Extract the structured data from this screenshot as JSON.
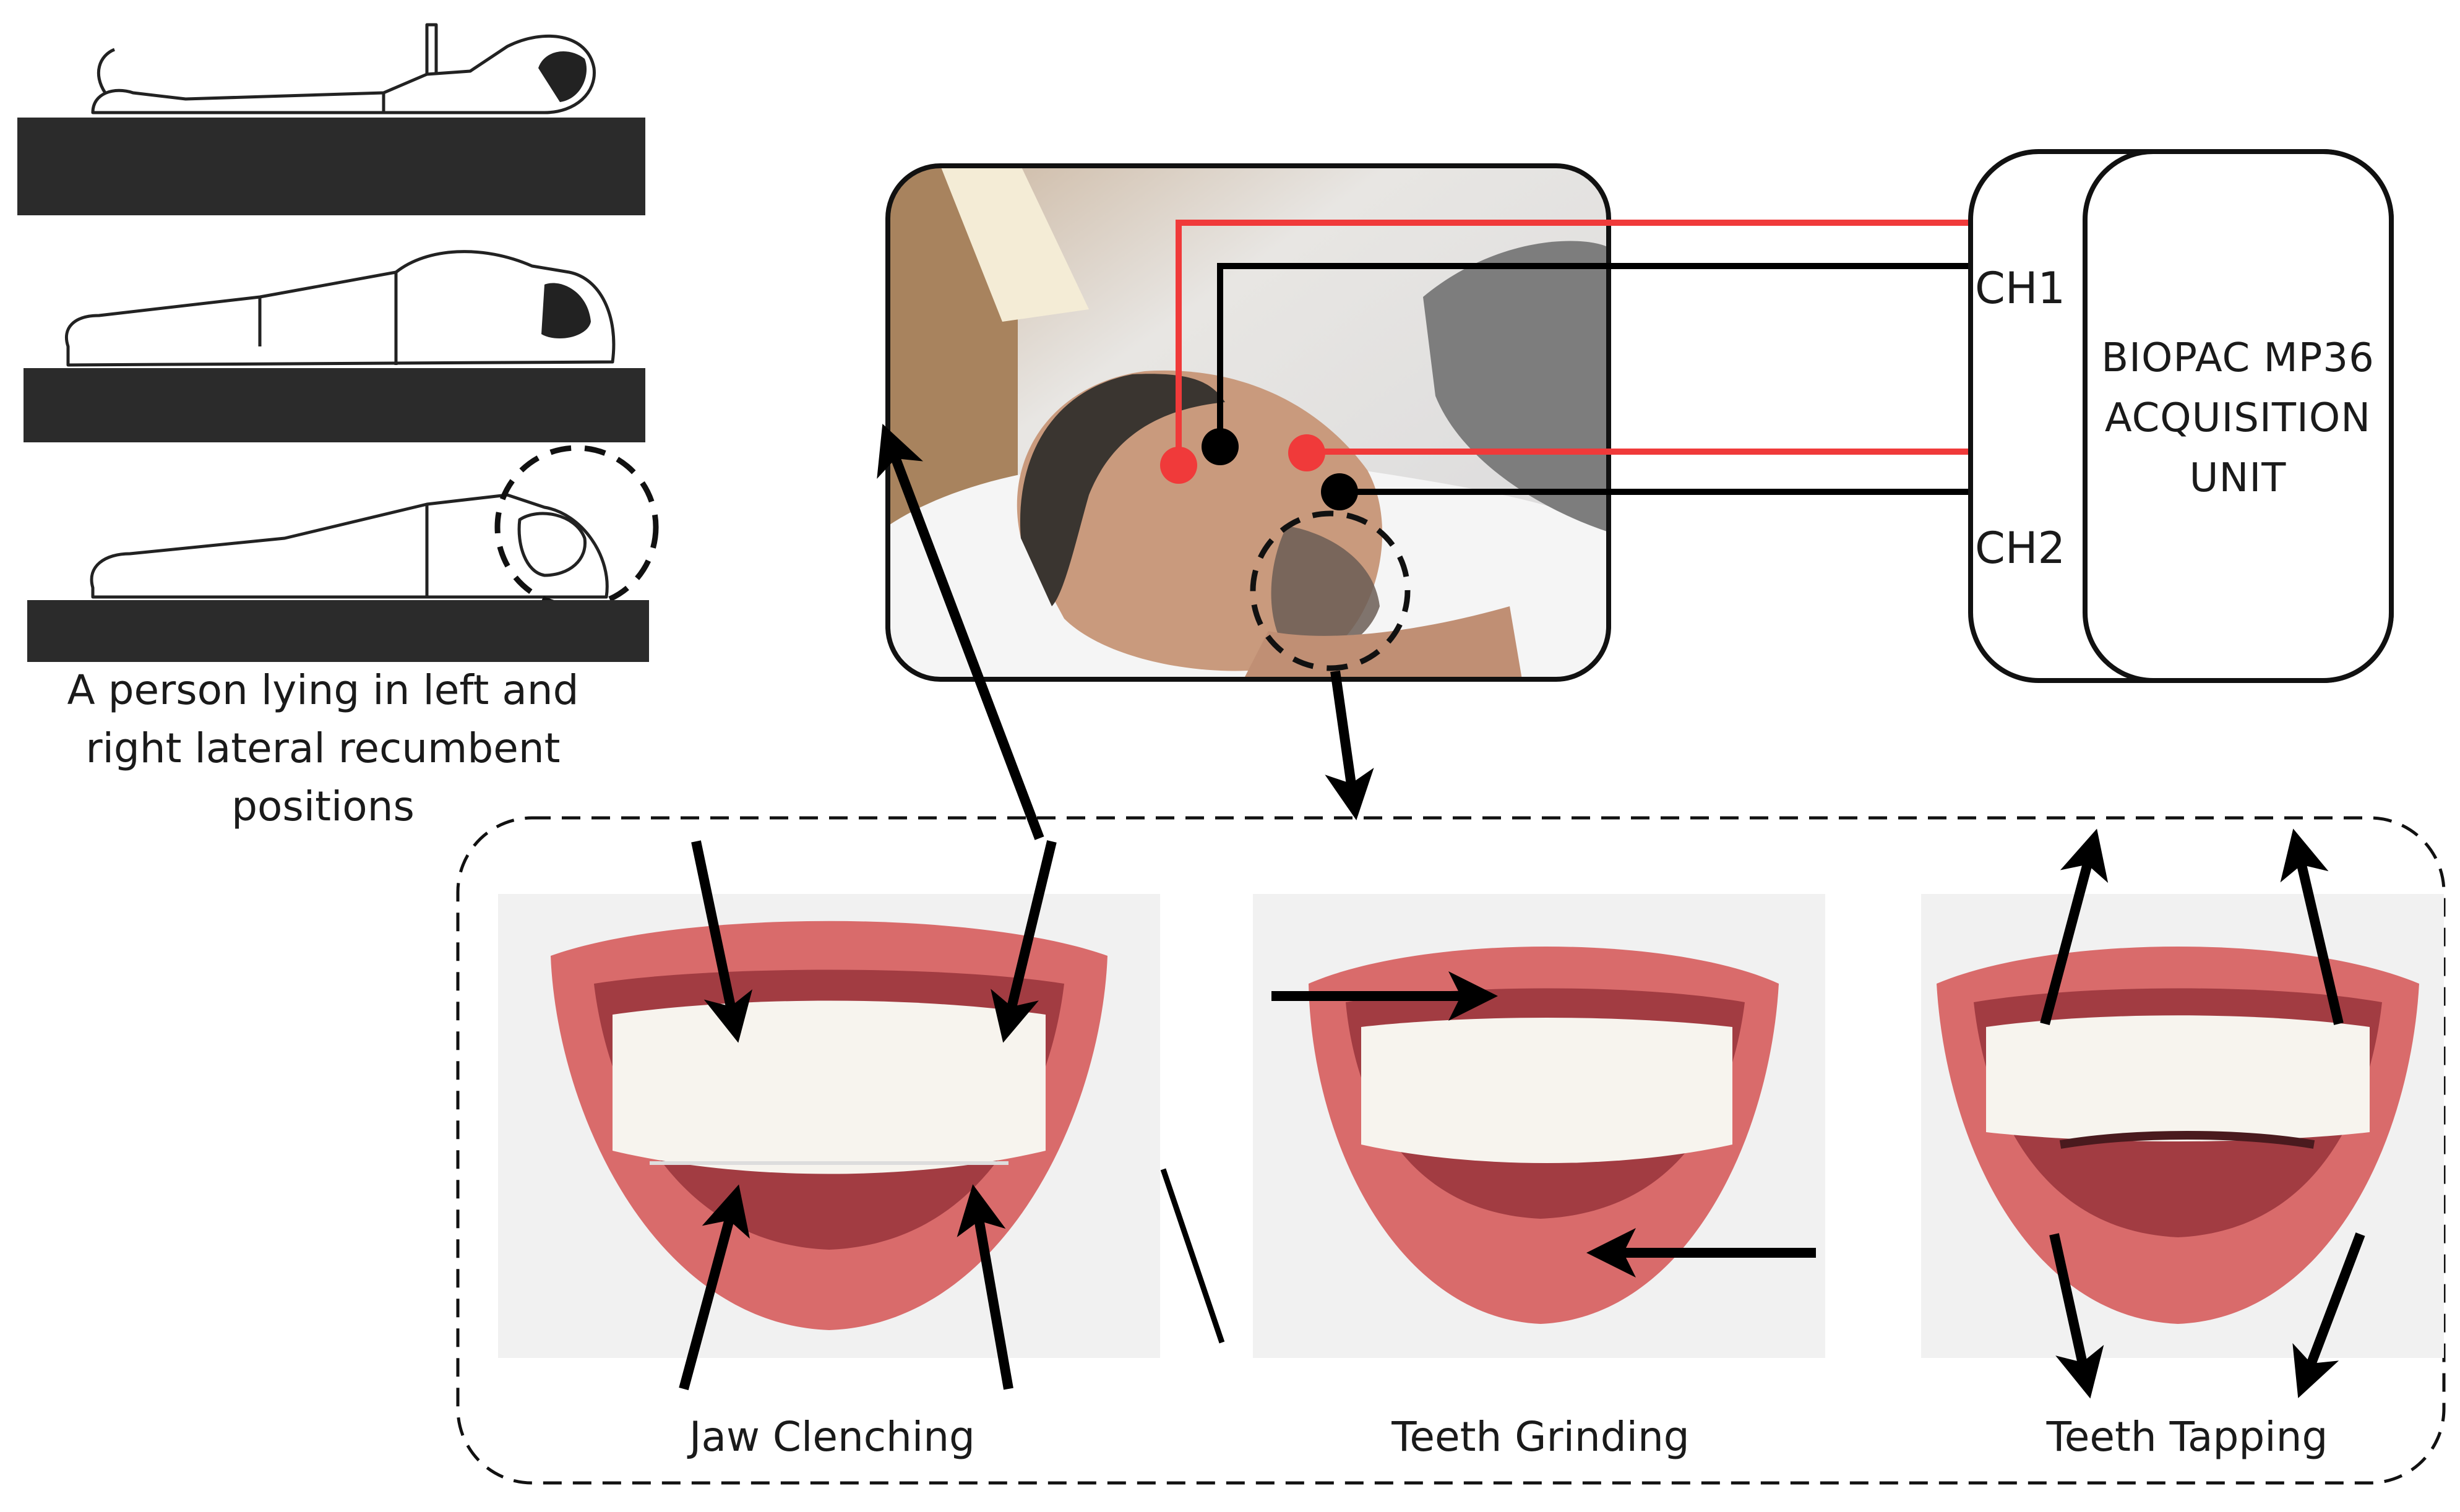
{
  "positions_caption": {
    "line1": "A person lying in left and",
    "line2": "right lateral recumbent",
    "line3": "positions"
  },
  "acquisition_unit": {
    "line1": "BIOPAC MP36",
    "line2": "ACQUISITION",
    "line3": "UNIT"
  },
  "channels": {
    "ch1": "CH1",
    "ch2": "CH2"
  },
  "activities": {
    "jaw_clenching": "Jaw Clenching",
    "teeth_grinding": "Teeth Grinding",
    "teeth_tapping": "Teeth Tapping"
  },
  "colors": {
    "electrode_red": "#f03a3a",
    "electrode_black": "#000000",
    "mattress": "#2b2b2b",
    "lip": "#d96b6b",
    "tooth": "#f7f4ee"
  }
}
